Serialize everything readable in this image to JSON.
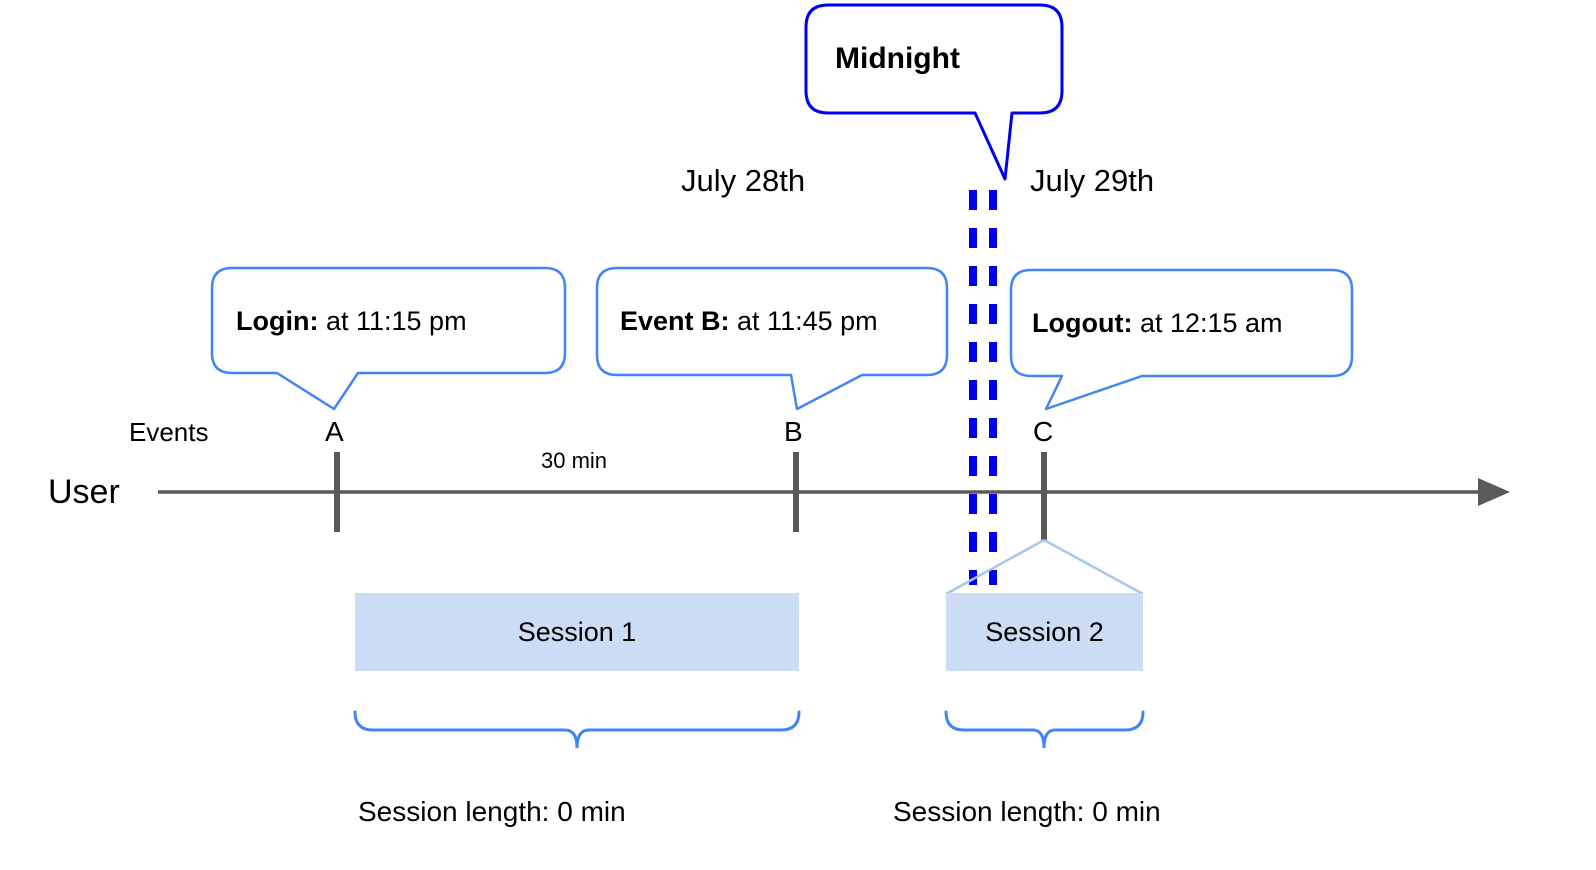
{
  "diagram": {
    "title_bubble": {
      "label": "Midnight"
    },
    "dates": [
      {
        "label": "July 28th"
      },
      {
        "label": "July 29th"
      }
    ],
    "axis": {
      "row_label": "User",
      "events_label": "Events",
      "duration_label": "30 min",
      "line_color": "#595959",
      "arrow": "right-arrow"
    },
    "events": [
      {
        "marker": "A",
        "bubble_lead": "Login:",
        "bubble_rest": " at 11:15 pm"
      },
      {
        "marker": "B",
        "bubble_lead": "Event B:",
        "bubble_rest": " at 11:45 pm"
      },
      {
        "marker": "C",
        "bubble_lead": "Logout:",
        "bubble_rest": " at 12:15 am"
      }
    ],
    "sessions": [
      {
        "label": "Session 1",
        "length_caption": "Session length: 0 min"
      },
      {
        "label": "Session 2",
        "length_caption": "Session length: 0 min"
      }
    ],
    "colors": {
      "bubble_stroke": "#4285f4",
      "midnight_stroke": "#0000ee",
      "midnight_divider": "#0000ee",
      "session_fill": "#ccdcf5",
      "brace": "#4285f4",
      "axis": "#595959"
    }
  }
}
